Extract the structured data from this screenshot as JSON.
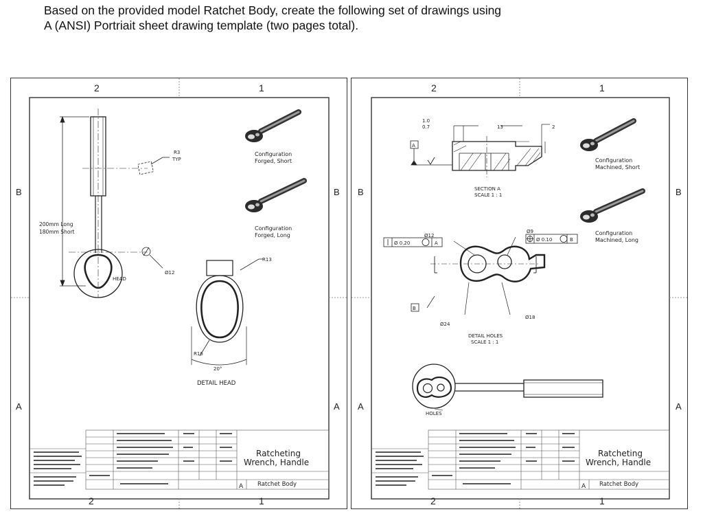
{
  "instructions": {
    "line1": "Based on the provided model Ratchet Body, create the following set of drawings using",
    "line2": "A (ANSI) Portriait sheet drawing template (two pages total)."
  },
  "sheets": [
    {
      "zone_top_left": "2",
      "zone_top_right": "1",
      "zone_bottom_left": "2",
      "zone_bottom_right": "1",
      "row_upper": "B",
      "row_lower": "A",
      "length_label_1": "200mm Long",
      "length_label_2": "180mm Short",
      "r3_label": "R3",
      "typ_label": "TYP",
      "dia12_label": "Ø12",
      "head_label": "HEAD",
      "config1_line1": "Configuration",
      "config1_line2": "Forged, Short",
      "config2_line1": "Configuration",
      "config2_line2": "Forged, Long",
      "r13_label": "R13",
      "r16_label": "R16",
      "angle_label": "20°",
      "detail_label": "DETAIL HEAD",
      "title_line1": "Ratcheting",
      "title_line2": "Wrench, Handle",
      "size_label": "A",
      "part_name": "Ratchet Body"
    },
    {
      "zone_top_left": "2",
      "zone_top_right": "1",
      "zone_bottom_left": "2",
      "zone_bottom_right": "1",
      "row_upper": "B",
      "row_lower": "A",
      "dim_10": "1.0",
      "dim_07": "0.7",
      "dim_13": "13",
      "dim_2": "2",
      "datum_a": "A",
      "datum_b": "B",
      "section_line1": "SECTION A",
      "section_line2": "SCALE 1 : 1",
      "dia12_label": "Ø12",
      "dia9_label": "Ø9",
      "fcf_left": "Ø 0.20",
      "fcf_left_datum": "A",
      "fcf_right": "Ø 0.10",
      "fcf_right_datum": "B",
      "dia24_label": "Ø24",
      "dia18_label": "Ø18",
      "detail_line1": "DETAIL HOLES",
      "detail_line2": "SCALE 1 : 1",
      "holes_label": "HOLES",
      "config1_line1": "Configuration",
      "config1_line2": "Machined, Short",
      "config2_line1": "Configuration",
      "config2_line2": "Machined, Long",
      "title_line1": "Ratcheting",
      "title_line2": "Wrench, Handle",
      "size_label": "A",
      "part_name": "Ratchet Body"
    }
  ]
}
